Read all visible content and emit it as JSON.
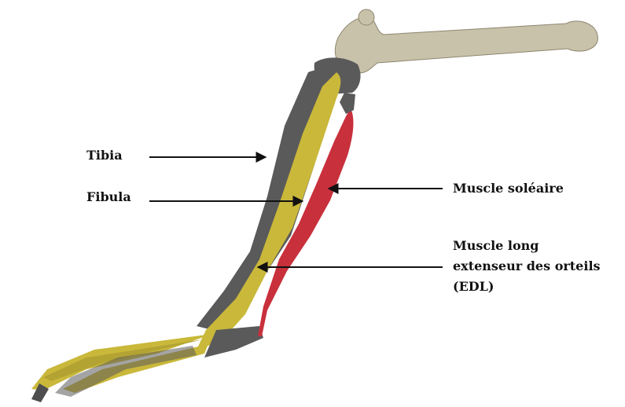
{
  "labels": {
    "tibia": "Tibia",
    "fibula": "Fibula",
    "soleus": "Muscle soléaire",
    "edl_line1": "Muscle long",
    "edl_line2": "extenseur des orteils",
    "edl_line3": "(EDL)"
  },
  "colors": {
    "bone_gray": "#5a5a5a",
    "femur_beige": "#c9c2aa",
    "edl_yellow": "#c9b83a",
    "soleus_red": "#c8303c",
    "line": "#111111"
  }
}
